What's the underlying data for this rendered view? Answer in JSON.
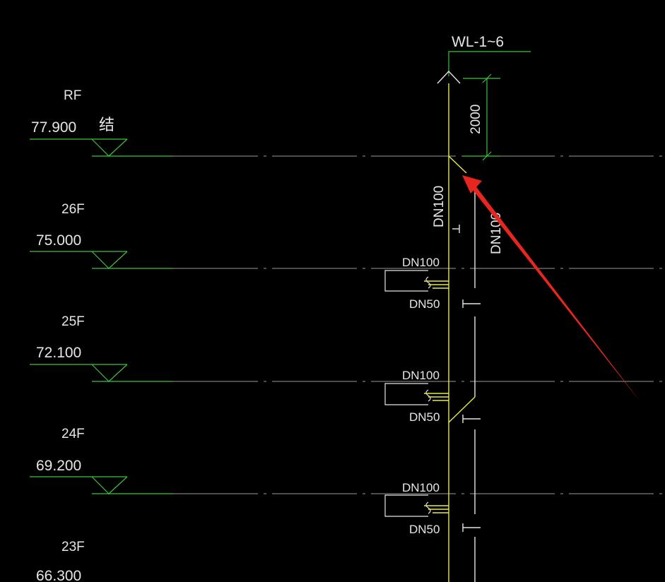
{
  "drawing": {
    "pipe_label": "WL-1~6",
    "dimension_label": "2000",
    "main_pipe_label": "DN100",
    "vent_pipe_label": "DN100",
    "structure_mark": "结",
    "floors": [
      {
        "name": "RF",
        "elevation": "77.900"
      },
      {
        "name": "26F",
        "elevation": "75.000"
      },
      {
        "name": "25F",
        "elevation": "72.100"
      },
      {
        "name": "24F",
        "elevation": "69.200"
      },
      {
        "name": "23F",
        "elevation": "66.300"
      }
    ],
    "branches": [
      {
        "upper": "DN100",
        "lower": "DN50"
      },
      {
        "upper": "DN100",
        "lower": "DN50"
      },
      {
        "upper": "DN100",
        "lower": "DN50"
      }
    ]
  },
  "colors": {
    "background": "#000000",
    "annotation_green": "#3ec13e",
    "pipe_yellow": "#e8e84a",
    "text_white": "#e6e6e6",
    "floor_line_gray": "#9a9a9a",
    "arrow_red": "#e8261e"
  }
}
